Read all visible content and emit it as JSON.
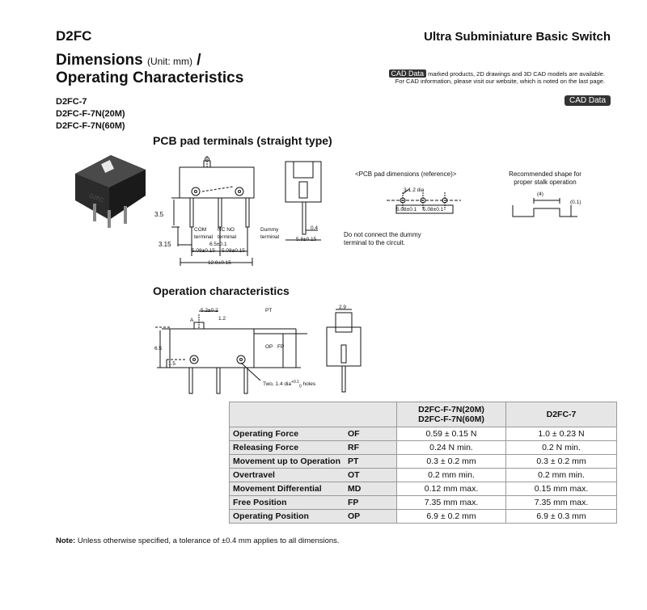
{
  "header": {
    "product_code": "D2FC",
    "doc_title": "Ultra Subminiature Basic Switch",
    "heading_main": "Dimensions",
    "heading_unit": "(Unit: mm)",
    "heading_slash": "/",
    "heading_second": "Operating Characteristics",
    "cad_badge": "CAD Data",
    "cad_info_line1": "marked products, 2D drawings and 3D CAD models are available.",
    "cad_info_line2": "For CAD information, please visit our website, which is noted on the last page."
  },
  "models": [
    "D2FC-7",
    "D2FC-F-7N(20M)",
    "D2FC-F-7N(60M)"
  ],
  "pcb": {
    "title": "PCB pad terminals (straight type)",
    "dim_35": "3.5",
    "dim_315": "3.15",
    "label_com": "COM",
    "label_terminal": "terminal",
    "label_nc": "NC",
    "label_no": "NO",
    "label_dummy": "Dummy",
    "dim_65": "6.5",
    "dim_508a": "5.08",
    "dim_508b": "5.08",
    "dim_128": "12.8",
    "dim_04": "0.4",
    "dim_58": "5.8",
    "tol_01": "±0.1",
    "tol_015": "±0.15",
    "pad_title": "<PCB pad dimensions (reference)>",
    "pad_dia": "3-1.2 dia",
    "pad_508a": "5.08",
    "pad_508b": "5.08",
    "pad_note1": "Do not connect the dummy",
    "pad_note2": "terminal to the circuit.",
    "stalk_title1": "Recommended shape for",
    "stalk_title2": "proper stalk operation",
    "stalk_4": "(4)",
    "stalk_01": "(0.1)"
  },
  "op": {
    "title": "Operation characteristics",
    "dim_52": "5.2",
    "tol_02": "±0.2",
    "dim_12": "1.2",
    "label_a": "A",
    "label_pt": "PT",
    "label_op": "OP",
    "label_fp": "FP",
    "dim_65": "6.5",
    "dim_15": "1.5",
    "dim_29": "2.9",
    "holes": "Two, 1.4 dia",
    "holes_tol": "+0.1",
    "holes_tol2": "0",
    "holes_suffix": "holes"
  },
  "table": {
    "header_col1_line1": "D2FC-F-7N(20M)",
    "header_col1_line2": "D2FC-F-7N(60M)",
    "header_col2": "D2FC-7",
    "rows": [
      {
        "name": "Operating Force",
        "abbr": "OF",
        "v1": "0.59 ± 0.15 N",
        "v2": "1.0 ± 0.23 N"
      },
      {
        "name": "Releasing Force",
        "abbr": "RF",
        "v1": "0.24 N min.",
        "v2": "0.2 N min."
      },
      {
        "name": "Movement up to Operation",
        "abbr": "PT",
        "v1": "0.3 ± 0.2 mm",
        "v2": "0.3 ± 0.2 mm"
      },
      {
        "name": "Overtravel",
        "abbr": "OT",
        "v1": "0.2 mm min.",
        "v2": "0.2 mm min."
      },
      {
        "name": "Movement Differential",
        "abbr": "MD",
        "v1": "0.12 mm max.",
        "v2": "0.15 mm max."
      },
      {
        "name": "Free Position",
        "abbr": "FP",
        "v1": "7.35 mm max.",
        "v2": "7.35 mm max."
      },
      {
        "name": "Operating Position",
        "abbr": "OP",
        "v1": "6.9 ± 0.2 mm",
        "v2": "6.9 ± 0.3 mm"
      }
    ]
  },
  "note": {
    "label": "Note:",
    "text": " Unless otherwise specified, a tolerance of ±0.4 mm applies to all dimensions."
  }
}
